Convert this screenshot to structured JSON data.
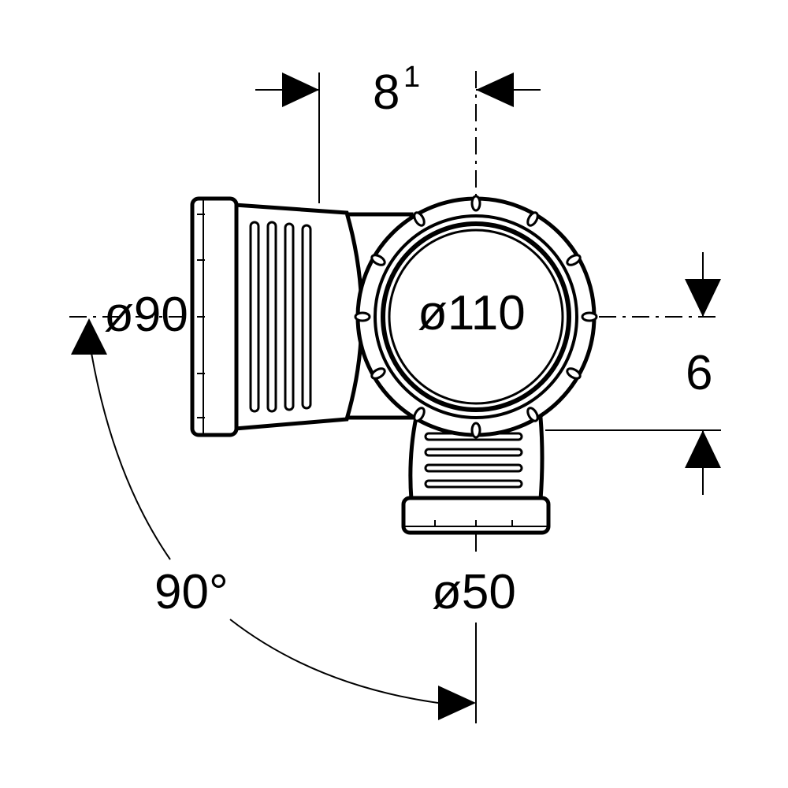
{
  "dimensions": {
    "offset_top": "8",
    "offset_top_sup": "1",
    "offset_right": "6",
    "dia_left": "ø90",
    "dia_center": "ø110",
    "dia_bottom": "ø50",
    "angle": "90°"
  },
  "colors": {
    "line": "#000000",
    "background": "#ffffff"
  }
}
